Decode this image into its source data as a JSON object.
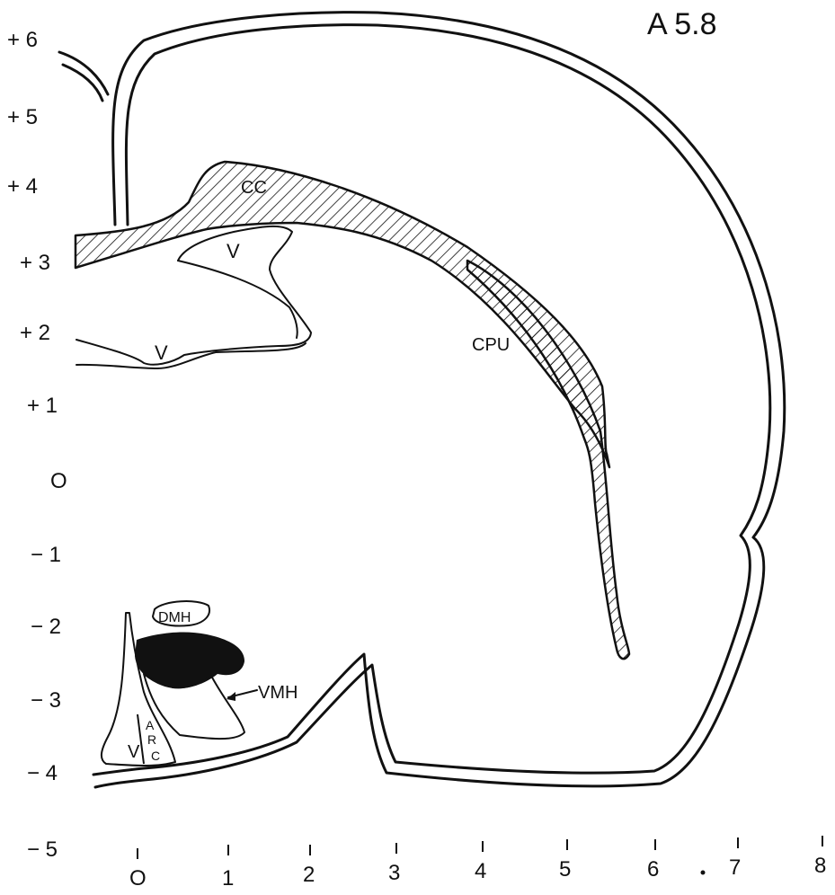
{
  "plate_label": "A 5.8",
  "y_axis": {
    "ticks": [
      "+ 6",
      "+ 5",
      "+ 4",
      "+ 3",
      "+ 2",
      "+ 1",
      "O",
      "− 1",
      "− 2",
      "− 3",
      "− 4",
      "− 5"
    ]
  },
  "x_axis": {
    "ticks": [
      "O",
      "1",
      "2",
      "3",
      "4",
      "5",
      "6",
      "7",
      "8"
    ]
  },
  "structures": {
    "cc": "CC",
    "ventricle_upper": "V",
    "ventricle_lower": "V",
    "cpu": "CPU",
    "dmh": "DMH",
    "vmh": "VMH",
    "ventricle_third": "V",
    "arc_a": "A",
    "arc_r": "R",
    "arc_c": "C"
  },
  "colors": {
    "ink": "#111111",
    "paper": "#ffffff"
  }
}
